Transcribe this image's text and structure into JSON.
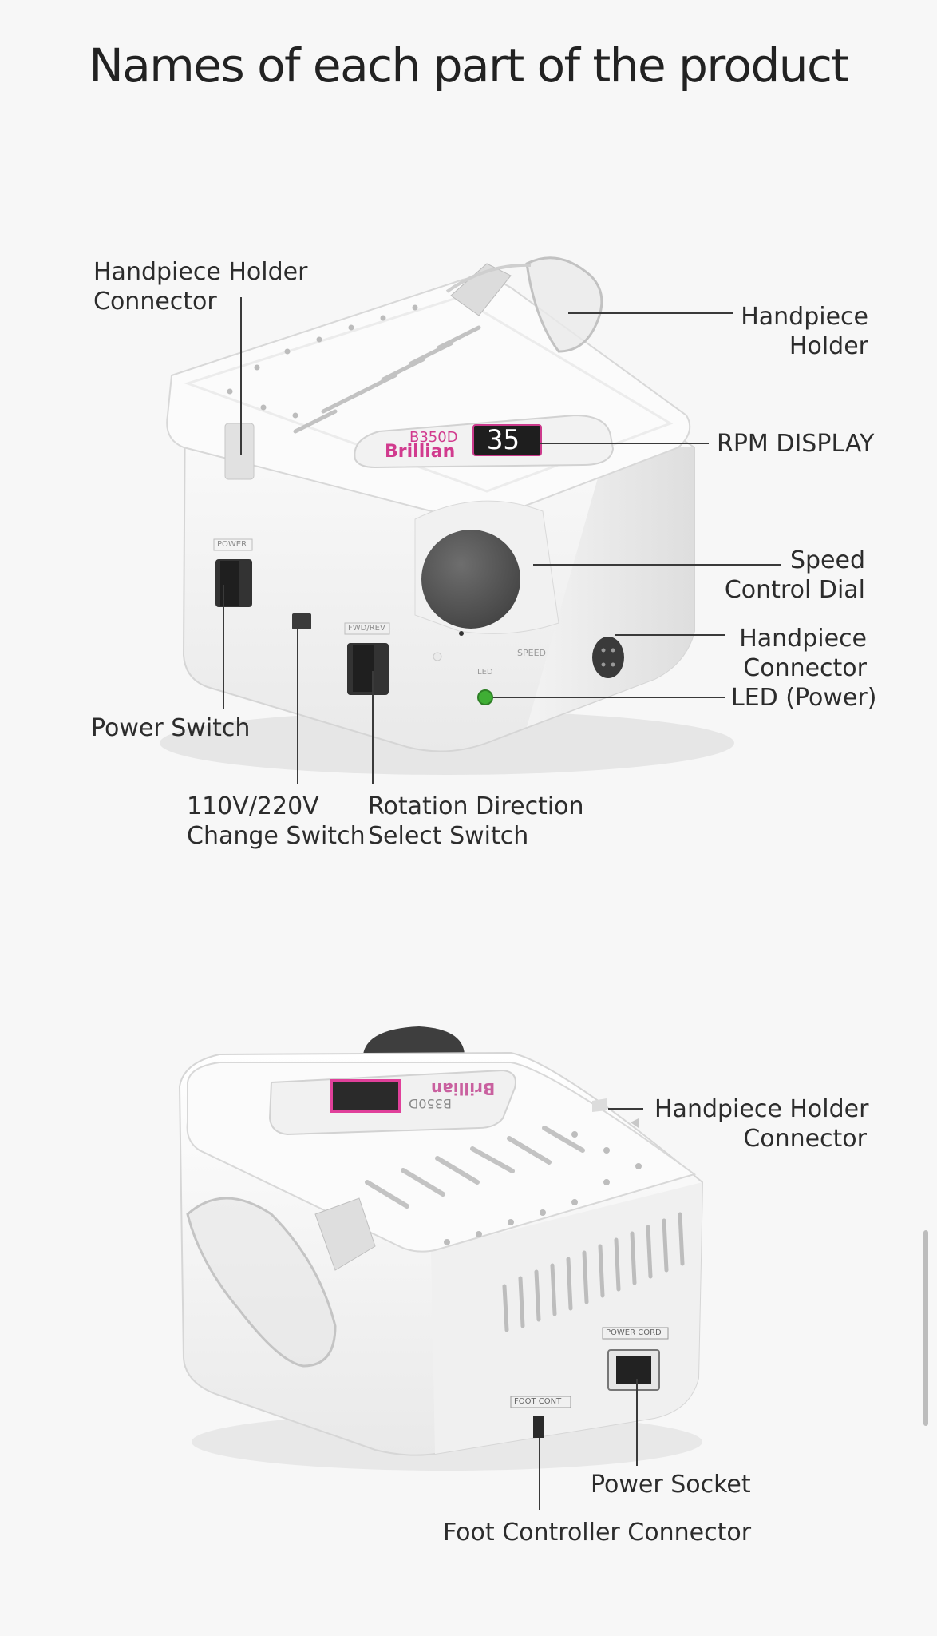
{
  "page": {
    "title": "Names of each part of the product"
  },
  "device": {
    "model": "B350D",
    "brand": "Brillian",
    "display_value": "35"
  },
  "top_view_labels": {
    "handpiece_holder_connector": "Handpiece Holder\nConnector",
    "handpiece_holder": "Handpiece\nHolder",
    "rpm_display": "RPM DISPLAY",
    "speed_control_dial": "Speed\nControl Dial",
    "handpiece_connector": "Handpiece\nConnector",
    "led_power": "LED (Power)",
    "power_switch": "Power Switch",
    "voltage_switch": "110V/220V\nChange Switch",
    "rotation_switch": "Rotation Direction\nSelect Switch"
  },
  "bottom_view_labels": {
    "handpiece_holder_connector": "Handpiece Holder\nConnector",
    "power_socket": "Power Socket",
    "foot_controller_connector": "Foot Controller Connector"
  },
  "printed_marks": {
    "power": "POWER",
    "fwd_rev": "FWD/REV",
    "speed": "SPEED",
    "led": "LED",
    "power_cord": "POWER CORD",
    "foot_cont": "FOOT CONT"
  },
  "colors": {
    "accent_pink": "#e0409a",
    "led_green": "#3fae34",
    "dial_gray": "#5b5b5b",
    "body_white": "#ffffff"
  }
}
